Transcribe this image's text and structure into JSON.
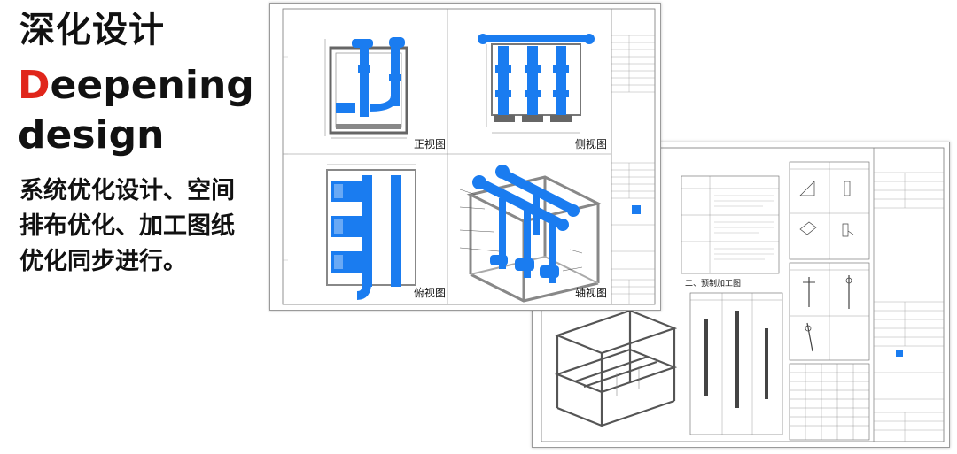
{
  "title": "深化设计",
  "subtitle_initial": "D",
  "subtitle_rest": "eepening",
  "subtitle_line2": "design",
  "description": "系统优化设计、空间排布优化、加工图纸优化同步进行。",
  "sheet1": {
    "views": [
      "正视图",
      "侧视图",
      "俯视图",
      "轴视图"
    ]
  },
  "sheet2": {
    "section_title": "二、预制加工图",
    "colors": {
      "pipe": "#1a7cf0",
      "frame": "#555555"
    }
  },
  "colors": {
    "accent": "#e0261b",
    "pipe": "#1a7cf0",
    "border": "#9a9a9a"
  }
}
